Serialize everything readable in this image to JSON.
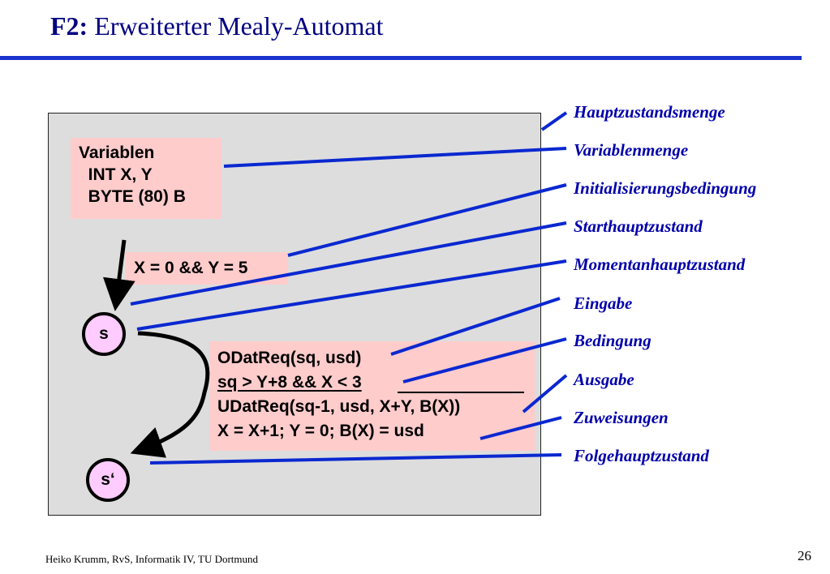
{
  "title": {
    "prefix": "F2:",
    "text": "Erweiterter Mealy-Automat"
  },
  "colors": {
    "title": "#000080",
    "rule": "#1a33cc",
    "panel": "#dddddd",
    "pink": "#ffcccc",
    "state": "#ffccff",
    "labels": "#0000aa"
  },
  "variables_box": {
    "heading": "Variablen",
    "line1": "  INT X, Y",
    "line2": "  BYTE (80) B"
  },
  "init_condition": "X = 0 && Y = 5",
  "states": {
    "start": "s",
    "next": "s‘"
  },
  "transition": {
    "input": "ODatReq(sq, usd)",
    "condition": "sq > Y+8 && X < 3",
    "output": "UDatReq(sq-1, usd, X+Y, B(X))",
    "assignments": "X = X+1; Y = 0; B(X) = usd"
  },
  "labels": [
    "Hauptzustandsmenge",
    "Variablenmenge",
    "Initialisierungsbedingung",
    "Starthauptzustand",
    "Momentanhauptzustand",
    "Eingabe",
    "Bedingung",
    "Ausgabe",
    "Zuweisungen",
    "Folgehauptzustand"
  ],
  "footer": "Heiko Krumm, RvS, Informatik IV, TU Dortmund",
  "page_number": "26"
}
